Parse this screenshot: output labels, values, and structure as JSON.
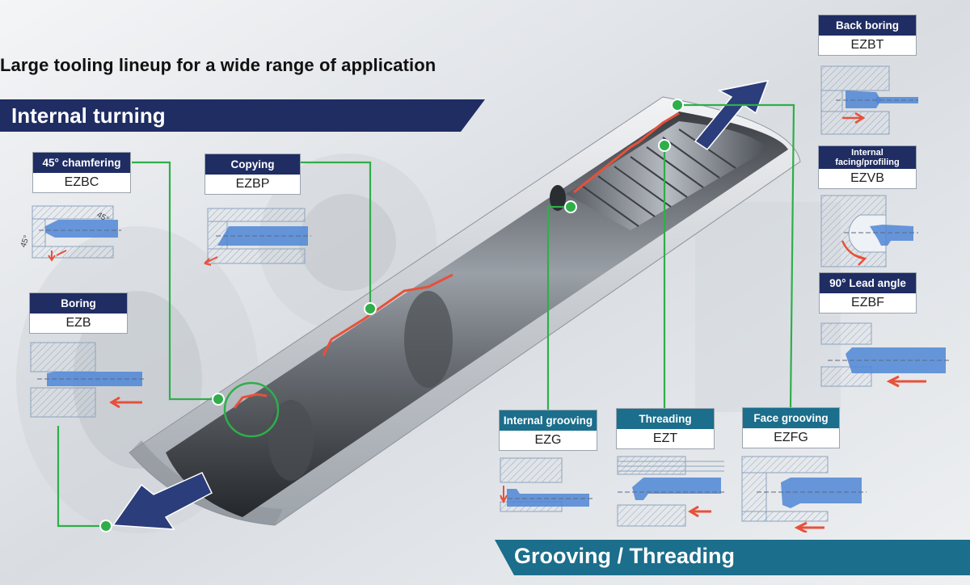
{
  "headline": "Large tooling lineup for a wide range of application",
  "sections": {
    "internal_turning": "Internal turning",
    "grooving_threading": "Grooving / Threading"
  },
  "tools": [
    {
      "label": "45° chamfering",
      "code": "EZBC"
    },
    {
      "label": "Copying",
      "code": "EZBP"
    },
    {
      "label": "Boring",
      "code": "EZB"
    },
    {
      "label": "Back boring",
      "code": "EZBT"
    },
    {
      "label": "Internal facing/profiling",
      "code": "EZVB"
    },
    {
      "label": "90° Lead angle",
      "code": "EZBF"
    },
    {
      "label": "Internal grooving",
      "code": "EZG"
    },
    {
      "label": "Threading",
      "code": "EZT"
    },
    {
      "label": "Face grooving",
      "code": "EZFG"
    }
  ],
  "angle_labels": {
    "a1": "45°",
    "a2": "45°"
  },
  "colors": {
    "navy": "#1f2d63",
    "teal": "#1b6e8c",
    "leader_green": "#2fae4a",
    "arrow_red": "#e8503a",
    "tool_blue": "#4f86d6"
  }
}
